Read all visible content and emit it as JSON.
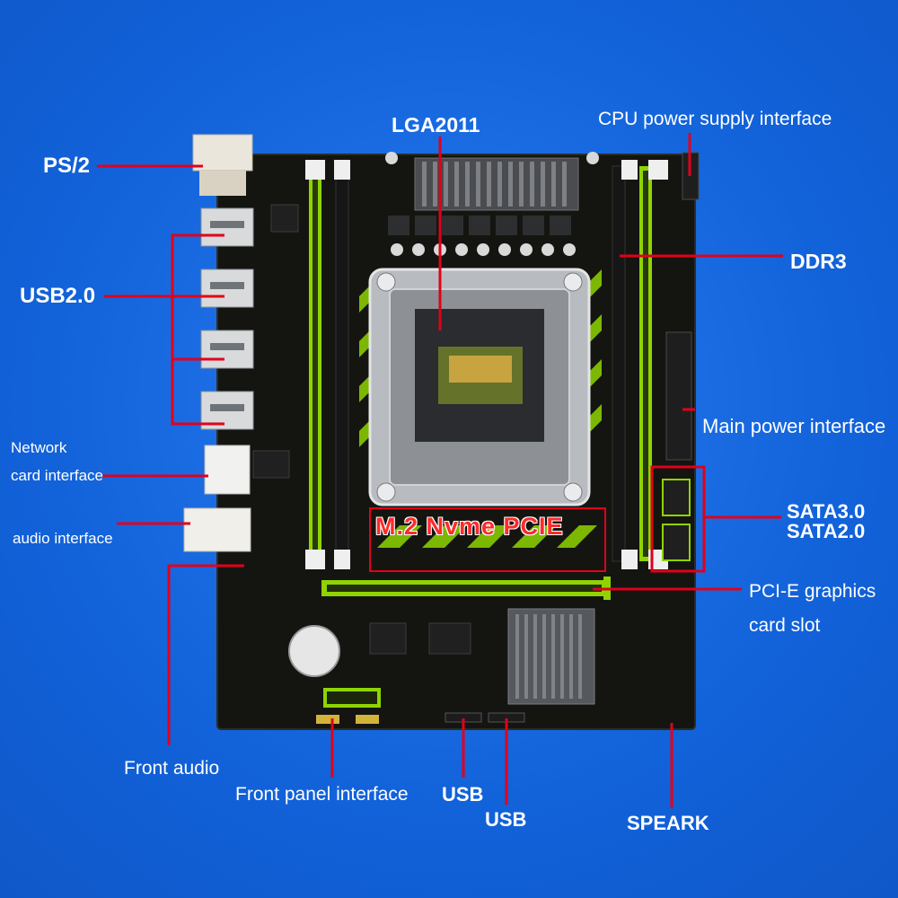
{
  "labels": {
    "ps2": "PS/2",
    "usb20": "USB2.0",
    "network_line1": "Network",
    "network_line2": "card interface",
    "audio": "audio interface",
    "lga": "LGA2011",
    "cpu_power": "CPU power supply interface",
    "ddr3": "DDR3",
    "main_power": "Main power interface",
    "sata3": "SATA3.0",
    "sata2": "SATA2.0",
    "m2": "M.2  Nvme  PCIE",
    "pcie_line1": "PCI-E graphics",
    "pcie_line2": "card slot",
    "front_audio": "Front audio",
    "front_panel": "Front panel interface",
    "usb_a": "USB",
    "usb_b": "USB",
    "speark": "SPEARK"
  },
  "colors": {
    "background": "#1366e0",
    "board": "#141511",
    "accent_green": "#8fd400",
    "callout_line": "#e2001a",
    "label_text": "#ffffff",
    "m2_text": "#ff2a2a"
  }
}
